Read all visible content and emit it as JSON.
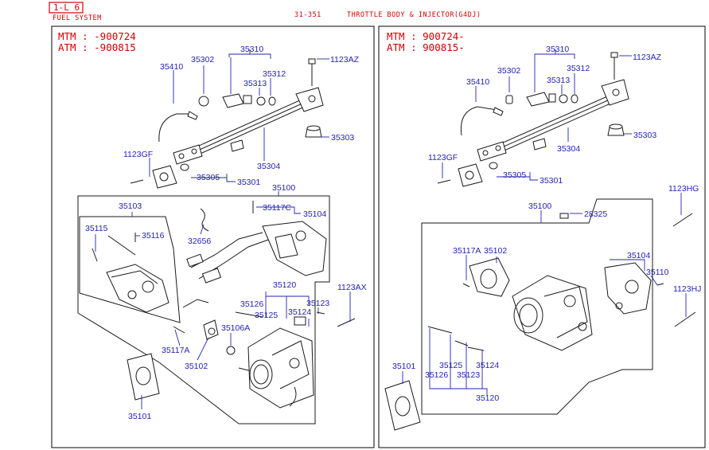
{
  "header": {
    "section_code": "1-L 6",
    "section_title": "FUEL SYSTEM",
    "page_ref": "31-351",
    "page_title": "THROTTLE BODY & INJECTOR(G4DJ)"
  },
  "left_panel": {
    "mtm_line": "MTM : -900724",
    "atm_line": "ATM : -900815",
    "labels": {
      "p35410": "35410",
      "p35302": "35302",
      "p35310": "35310",
      "p35313": "35313",
      "p35312": "35312",
      "p1123AZ": "1123AZ",
      "p35303": "35303",
      "p1123GF": "1123GF",
      "p35305": "35305",
      "p35304": "35304",
      "p35301": "35301",
      "p35100": "35100",
      "p35103": "35103",
      "p35117C": "35117C",
      "p35104": "35104",
      "p35115": "35115",
      "p35116": "35116",
      "p32656": "32656",
      "p35120": "35120",
      "p1123AX": "1123AX",
      "p35126": "35126",
      "p35125": "35125",
      "p35124": "35124",
      "p35123": "35123",
      "p35106A": "35106A",
      "p35117A": "35117A",
      "p35102": "35102",
      "p35101": "35101"
    }
  },
  "right_panel": {
    "mtm_line": "MTM : 900724-",
    "atm_line": "ATM : 900815-",
    "labels": {
      "p35410": "35410",
      "p35302": "35302",
      "p35310": "35310",
      "p35313": "35313",
      "p35312": "35312",
      "p1123AZ": "1123AZ",
      "p35303": "35303",
      "p1123GF": "1123GF",
      "p35305": "35305",
      "p35304": "35304",
      "p35301": "35301",
      "p1123HG": "1123HG",
      "p35100": "35100",
      "p28325": "28325",
      "p35117A": "35117A",
      "p35102": "35102",
      "p35104": "35104",
      "p35110": "35110",
      "p1123HJ": "1123HJ",
      "p35101": "35101",
      "p35126": "35126",
      "p35125": "35125",
      "p35123": "35123",
      "p35124": "35124",
      "p35120": "35120"
    }
  },
  "colors": {
    "header_red": "#d40000",
    "label_blue": "#2323b4",
    "line_black": "#1a1a1a"
  }
}
